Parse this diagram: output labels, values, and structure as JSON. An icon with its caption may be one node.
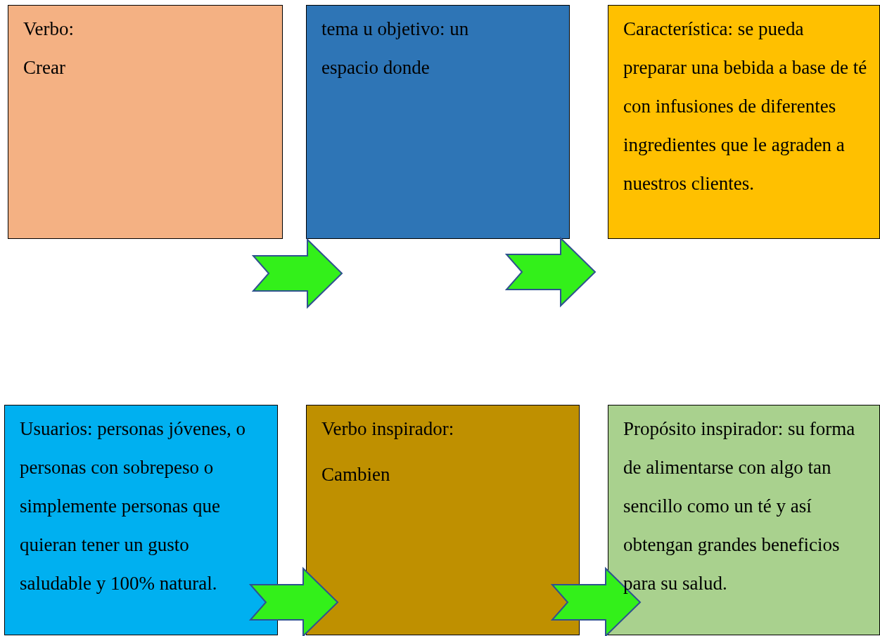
{
  "diagram": {
    "nodes": [
      {
        "text": [
          "Verbo:",
          "Crear"
        ]
      },
      {
        "text": [
          "tema u objetivo: un espacio donde"
        ]
      },
      {
        "text": [
          "Característica: se pueda preparar una bebida a base de té con infusiones de diferentes ingredientes que le agraden a nuestros clientes."
        ]
      },
      {
        "text": [
          "Usuarios: personas jóvenes, o personas con sobrepeso o simplemente personas que quieran tener un gusto saludable y 100% natural."
        ]
      },
      {
        "text": [
          "Verbo inspirador:",
          "Cambien"
        ]
      },
      {
        "text": [
          "Propósito inspirador: su forma de alimentarse con algo tan sencillo como un té y así obtengan grandes beneficios para su salud."
        ]
      }
    ],
    "edges": [
      {
        "from": 0,
        "to": 1,
        "arrow": "to"
      },
      {
        "from": 1,
        "to": 2,
        "arrow": "to"
      },
      {
        "from": 3,
        "to": 4,
        "arrow": "to"
      },
      {
        "from": 4,
        "to": 5,
        "arrow": "to"
      }
    ]
  }
}
